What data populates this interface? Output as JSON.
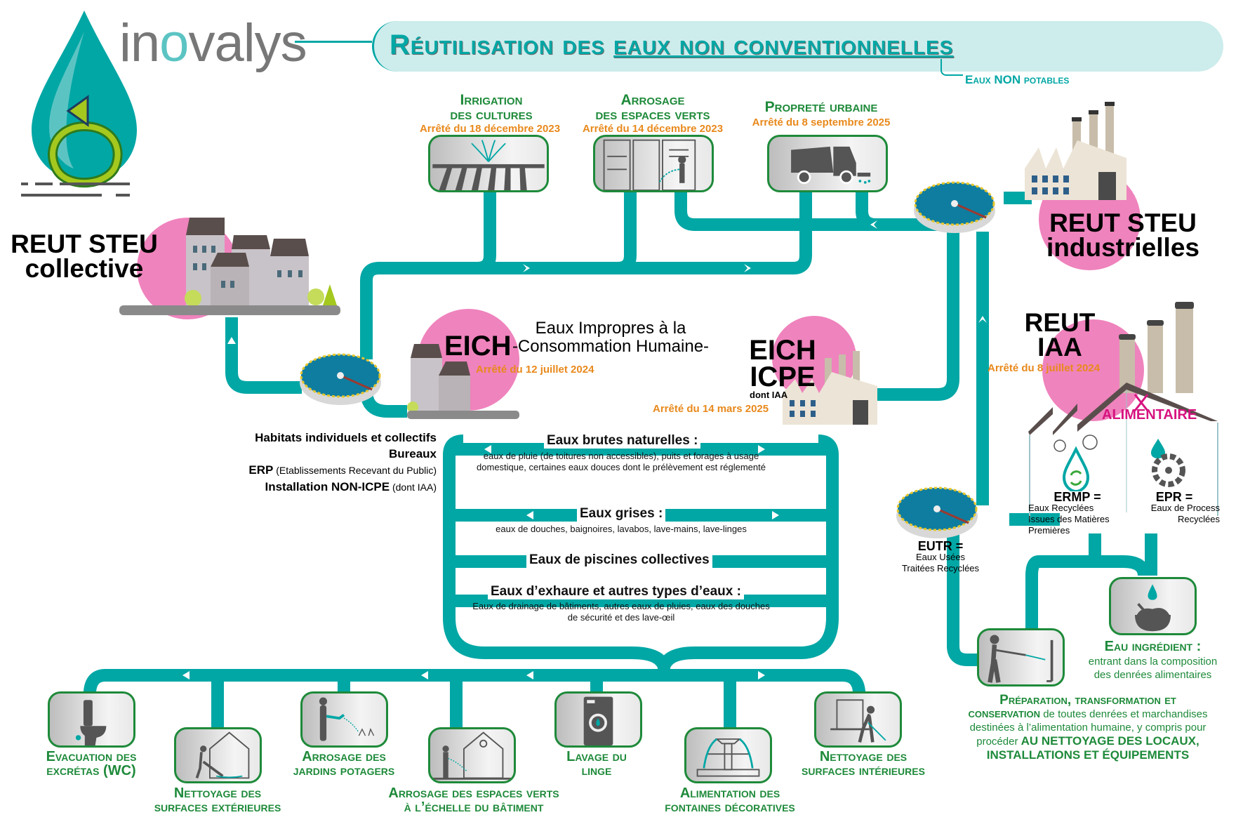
{
  "brand": {
    "name_left": "in",
    "name_o": "o",
    "name_right": "valys",
    "logo_icon": "water-drop-recycle-arrow-icon"
  },
  "header": {
    "title_part1": "Réutilisation des ",
    "title_part2": "eaux non conventionnelles",
    "subtitle": "Eaux NON potables"
  },
  "colors": {
    "teal": "#00a7a5",
    "green": "#1e8a3a",
    "orange": "#e8891c",
    "pink": "#ef83bd",
    "magenta": "#d6137f"
  },
  "top_uses": [
    {
      "title_l1": "Irrigation",
      "title_l2": "des cultures",
      "decree": "Arrêté du 18 décembre 2023",
      "icon": "irrigation-sprinkler-icon"
    },
    {
      "title_l1": "Arrosage",
      "title_l2": "des espaces verts",
      "decree": "Arrêté du 14 décembre 2023",
      "icon": "watering-green-spaces-icon"
    },
    {
      "title_l1": "Propreté urbaine",
      "title_l2": "",
      "decree": "Arrêté du 8 septembre 2025",
      "icon": "street-sweeper-icon"
    }
  ],
  "sources": {
    "reut_collective": {
      "l1": "REUT STEU",
      "l2": "collective"
    },
    "reut_industrielles": {
      "l1": "REUT STEU",
      "l2": "industrielles"
    },
    "reut_iaa": {
      "l1": "REUT",
      "l2": "IAA",
      "decree": "Arrêté du 8 juillet 2024"
    },
    "eich": {
      "label": "EICH",
      "definition_l1": "Eaux Impropres à la",
      "definition_l2": "-Consommation Humaine-",
      "decree": "Arrêté du 12 juillet 2024"
    },
    "eich_icpe": {
      "l1": "EICH",
      "l2": "ICPE",
      "note": "dont IAA",
      "decree": "Arrêté du 14 mars 2025"
    }
  },
  "buildings_list": [
    {
      "bold": "Habitats individuels et collectifs",
      "normal": ""
    },
    {
      "bold": "Bureaux",
      "normal": ""
    },
    {
      "bold": "ERP",
      "normal": " (Etablissements Recevant du Public)"
    },
    {
      "bold": "Installation NON-ICPE",
      "normal": " (dont IAA)"
    }
  ],
  "water_types": [
    {
      "head": "Eaux brutes naturelles :",
      "desc": "eaux de pluie (de toitures non accessibles), puits et forages à usage domestique, certaines eaux douces dont le prélèvement est réglementé"
    },
    {
      "head": "Eaux grises :",
      "desc": "eaux de douches, baignoires, lavabos, lave-mains, lave-linges"
    },
    {
      "head": "Eaux de piscines collectives",
      "desc": ""
    },
    {
      "head": "Eaux d’exhaure et autres types d’eaux :",
      "desc": "Eaux de drainage de bâtiments, autres eaux de pluies, eaux des douches de sécurité et des lave-œil"
    }
  ],
  "bottom_uses": [
    {
      "l1": "Evacuation des",
      "l2": "excrétas (WC)",
      "icon": "toilet-icon"
    },
    {
      "l1": "Nettoyage des",
      "l2": "surfaces extérieures",
      "icon": "outdoor-cleaning-icon"
    },
    {
      "l1": "Arrosage des",
      "l2": "jardins potagers",
      "icon": "vegetable-garden-watering-icon"
    },
    {
      "l1": "Arrosage des espaces verts",
      "l2": "à l’échelle du bâtiment",
      "icon": "building-green-watering-icon"
    },
    {
      "l1": "Lavage du",
      "l2": "linge",
      "icon": "washing-machine-icon"
    },
    {
      "l1": "Alimentation des",
      "l2": "fontaines décoratives",
      "icon": "fountain-icon"
    },
    {
      "l1": "Nettoyage des",
      "l2": "surfaces intérieures",
      "icon": "indoor-cleaning-icon"
    }
  ],
  "iaa": {
    "alimentaire": "ALIMENTAIRE",
    "ermp_title": "ERMP =",
    "ermp_l1": "Eaux Recyclées",
    "ermp_l2": "Issues des Matières",
    "ermp_l3": "Premières",
    "epr_title": "EPR =",
    "epr_l1": "Eaux de Process",
    "epr_l2": "Recyclées",
    "eutr_title": "EUTR =",
    "eutr_l1": "Eaux Usées",
    "eutr_l2": "Traitées Recyclées",
    "ingredient_title": "Eau ingrédient :",
    "ingredient_l1": "entrant dans la composition",
    "ingredient_l2": "des denrées alimentaires",
    "prep_title_l1": "Préparation, transformation et",
    "prep_title_l2": "conservation",
    "prep_text_l2": " de toutes denrées et marchandises",
    "prep_text_l3": "destinées à l’alimentation humaine, y compris pour",
    "prep_text_l4": "procéder ",
    "prep_bold_l4": "AU NETTOYAGE DES LOCAUX,",
    "prep_bold_l5": "INSTALLATIONS ET ÉQUIPEMENTS"
  }
}
